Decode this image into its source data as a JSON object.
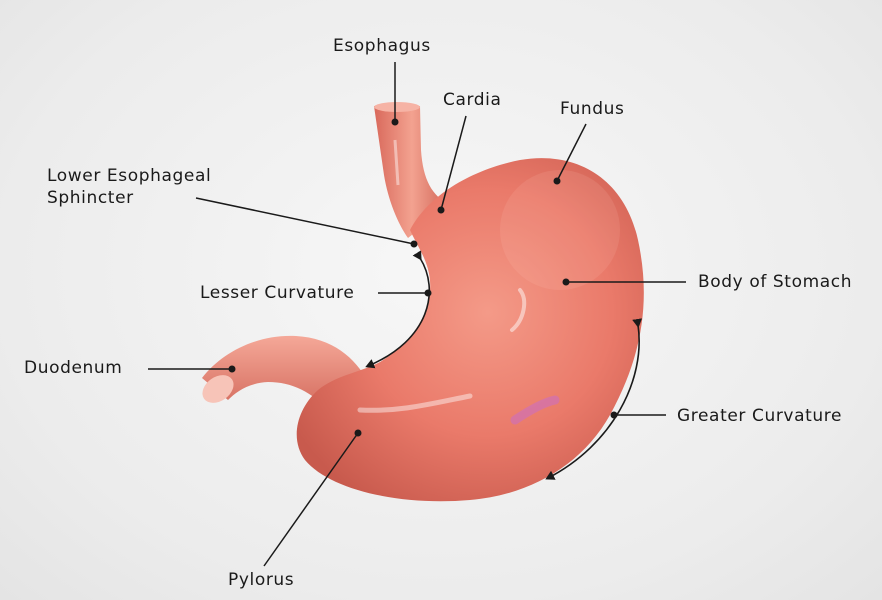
{
  "diagram": {
    "labels": {
      "esophagus": "Esophagus",
      "cardia": "Cardia",
      "fundus": "Fundus",
      "les": "Lower Esophageal\nSphincter",
      "lesser_curvature": "Lesser Curvature",
      "body": "Body of Stomach",
      "duodenum": "Duodenum",
      "greater_curvature": "Greater Curvature",
      "pylorus": "Pylorus"
    },
    "colors": {
      "tissue": "#e9786b",
      "tissue_dark": "#c9574b",
      "tissue_light": "#f6a697",
      "leader_line": "#1a1a1a",
      "background": "#ececec"
    }
  }
}
